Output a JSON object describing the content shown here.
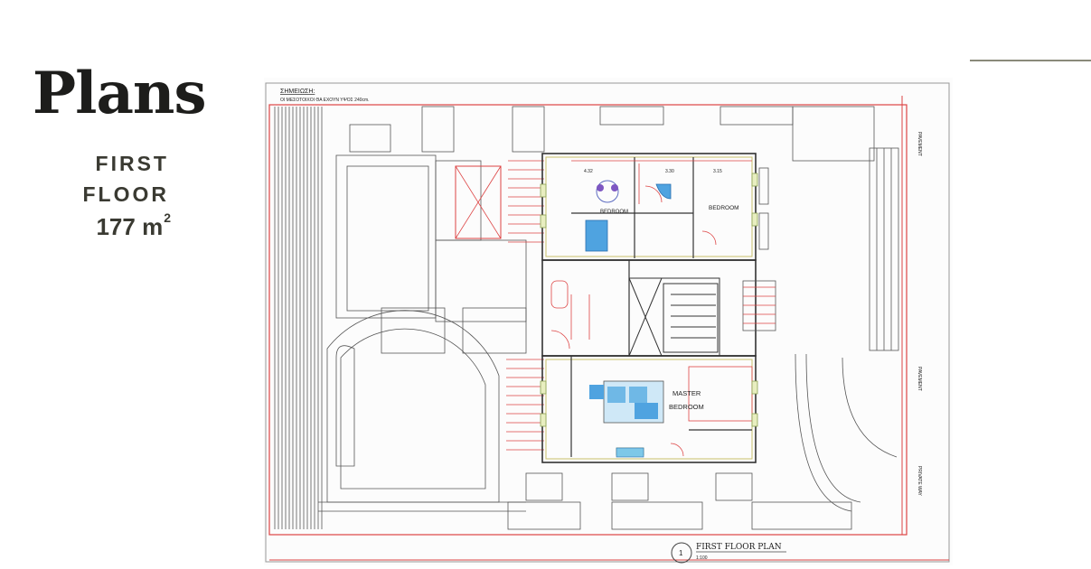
{
  "page": {
    "title": "Plans",
    "floor_line1": "FIRST",
    "floor_line2": "FLOOR",
    "area_value": "177 m",
    "area_unit_sup": "2"
  },
  "plan": {
    "header_text": "ΣΗΜΕΙΩΣΗ:",
    "header_subtext": "ΟΙ ΜΕΣΟΤΟΙΧΟΙ ΘΑ ΕΧΟΥΝ ΥΨΟΣ 240cm.",
    "caption_number": "1",
    "caption_title": "FIRST FLOOR PLAN",
    "caption_scale": "1:100",
    "rooms": {
      "bedroom_left": "BEDROOM",
      "bedroom_right": "BEDROOM",
      "master_line1": "MASTER",
      "master_line2": "BEDROOM"
    },
    "side_labels": {
      "pavement_top": "PAVEMENT",
      "pavement_mid": "PAVEMENT",
      "private_way": "PRIVATE WAY"
    },
    "dims": [
      "4.32",
      "3.30",
      "3.15"
    ]
  }
}
